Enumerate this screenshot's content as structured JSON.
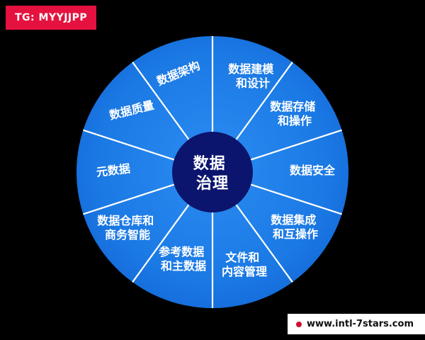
{
  "badges": {
    "telegram": "TG: MYYJJPP",
    "website": "www.intl-7stars.com"
  },
  "colors": {
    "background": "#000000",
    "wheel_blue_inner": "#2b8df2",
    "wheel_blue_outer": "#1266d6",
    "center_navy": "#0c156e",
    "divider": "#ffffff",
    "badge_red": "#e5123f",
    "badge_white": "#ffffff",
    "text": "#ffffff"
  },
  "wheel": {
    "center": {
      "lines": [
        "数据",
        "治理"
      ]
    },
    "sectors": [
      {
        "name": "data-architecture",
        "lines": [
          "数据架构"
        ]
      },
      {
        "name": "data-modeling-and-design",
        "lines": [
          "数据建模",
          "和设计"
        ]
      },
      {
        "name": "data-storage-and-operations",
        "lines": [
          "数据存储",
          "和操作"
        ]
      },
      {
        "name": "data-security",
        "lines": [
          "数据安全"
        ]
      },
      {
        "name": "data-integration-interop",
        "lines": [
          "数据集成",
          "和互操作"
        ]
      },
      {
        "name": "document-content-management",
        "lines": [
          "文件和",
          "内容管理"
        ]
      },
      {
        "name": "reference-and-master-data",
        "lines": [
          "参考数据",
          "和主数据"
        ]
      },
      {
        "name": "data-warehousing-bi",
        "lines": [
          "数据仓库和",
          "商务智能"
        ]
      },
      {
        "name": "metadata",
        "lines": [
          "元数据"
        ]
      },
      {
        "name": "data-quality",
        "lines": [
          "数据质量"
        ]
      }
    ]
  }
}
